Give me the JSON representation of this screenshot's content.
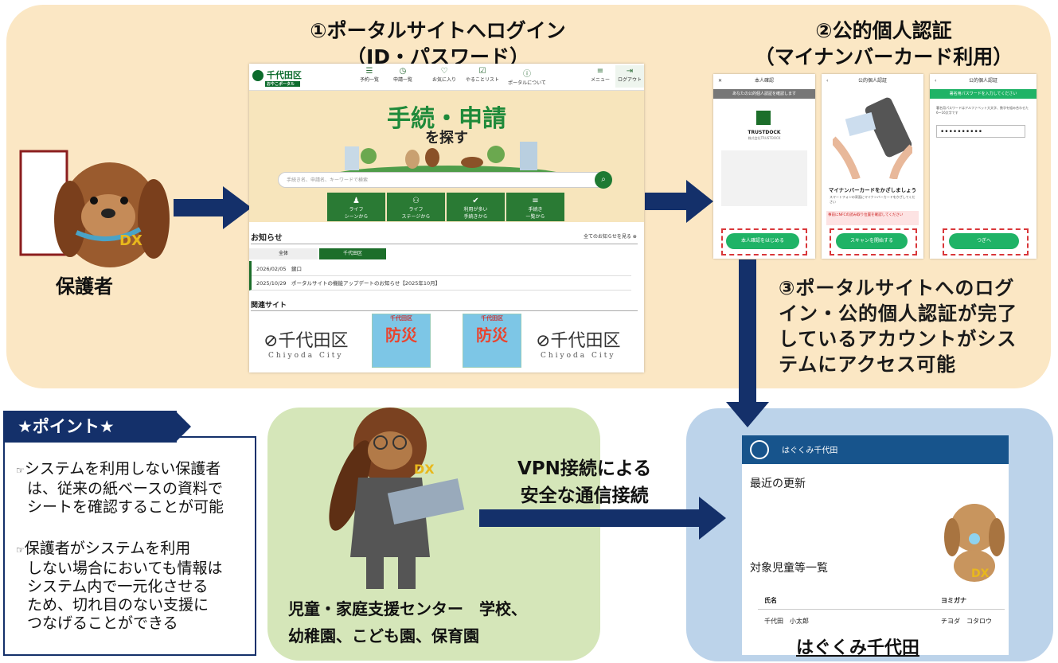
{
  "step1": {
    "line1": "①ポータルサイトへログイン",
    "line2": "（ID・パスワード）"
  },
  "step2": {
    "line1": "②公的個人認証",
    "line2": "（マイナンバーカード利用）"
  },
  "step3": {
    "lines": [
      "③ポータルサイトへのログ",
      "イン・公的個人認証が完了",
      "しているアカウントがシス",
      "テムにアクセス可能"
    ]
  },
  "guardian_label": "保護者",
  "portal": {
    "logo": "千代田区",
    "logo_sub": "おやこポータル",
    "nav": [
      {
        "icon": "☰",
        "label": "予約一覧"
      },
      {
        "icon": "◷",
        "label": "申請一覧"
      },
      {
        "icon": "♡",
        "label": "お気に入り"
      },
      {
        "icon": "☑",
        "label": "やることリスト"
      },
      {
        "icon": "ⓘ",
        "label": "ポータルについて"
      }
    ],
    "menu_label": "メニュー",
    "logout_label": "ログアウト",
    "hero_title": "手続・申請",
    "hero_sub": "を探す",
    "search_placeholder": "手続き名、申請名、キーワードで検索",
    "categories": [
      {
        "icon": "♟",
        "label1": "ライフ",
        "label2": "シーンから"
      },
      {
        "icon": "⚇",
        "label1": "ライフ",
        "label2": "ステージから"
      },
      {
        "icon": "✔",
        "label1": "利用が多い",
        "label2": "手続きから"
      },
      {
        "icon": "≡",
        "label1": "手続き",
        "label2": "一覧から"
      }
    ],
    "news_title": "お知らせ",
    "news_all": "全てのお知らせを見る ⊕",
    "news_tabs": [
      "全体",
      "千代田区"
    ],
    "news_rows": [
      {
        "date": "2026/02/05",
        "text": "鍵口"
      },
      {
        "date": "2025/10/29",
        "text": "ポータルサイトの機能アップデートのお知らせ【2025年10月】"
      }
    ],
    "related_title": "関連サイト",
    "related": {
      "city": "千代田区",
      "city_en": "Chiyoda City",
      "bousai_top": "千代田区",
      "bousai": "防災"
    }
  },
  "phones": [
    {
      "title": "本人確認",
      "bar": "あなたの公的個人認証を確認します",
      "brand": "TRUSTDOCK",
      "brand_sub": "株式会社TRUSTDOCK",
      "button": "本人確認をはじめる"
    },
    {
      "title": "公的個人認証",
      "heading": "マイナンバーカードをかざしましょう",
      "note": "スマートフォンの背面にマイナンバーカードをかざしてください",
      "warn": "事前にNFCの読み取り位置を確認してください",
      "button": "スキャンを開始する"
    },
    {
      "title": "公的個人認証",
      "bar": "署名用パスワードを入力してください",
      "note": "署名用パスワードはアルファベット大文字、数字を組み合わせた6〜16文字です",
      "password": "••••••••••",
      "button": "つぎへ"
    }
  ],
  "point": {
    "tag": "★ポイント★",
    "items": [
      [
        "システムを利用しない保護者",
        "は、従来の紙ベースの資料で",
        "シートを確認することが可能"
      ],
      [
        "保護者がシステムを利用",
        "しない場合においても情報は",
        "システム内で一元化させる",
        "ため、切れ目のない支援に",
        "つなげることができる"
      ]
    ]
  },
  "center_label": {
    "line1": "児童・家庭支援センター　学校、",
    "line2": "幼稚園、こども園、保育園"
  },
  "vpn": {
    "line1": "VPN接続による",
    "line2": "安全な通信接続"
  },
  "hagukumi": {
    "app_title": "はぐくみ千代田",
    "recent": "最近の更新",
    "list_title": "対象児童等一覧",
    "col_name": "氏名",
    "col_kana": "ヨミガナ",
    "row_name": "千代田　小太郎",
    "row_kana": "チヨダ　コタロウ",
    "caption": "はぐくみ千代田"
  },
  "colors": {
    "navy": "#14306a",
    "green": "#1f8a3a",
    "top_panel": "#fbe7c4",
    "green_panel": "#d5e6b9",
    "blue_panel": "#bcd3ea",
    "header_blue": "#17548c"
  }
}
